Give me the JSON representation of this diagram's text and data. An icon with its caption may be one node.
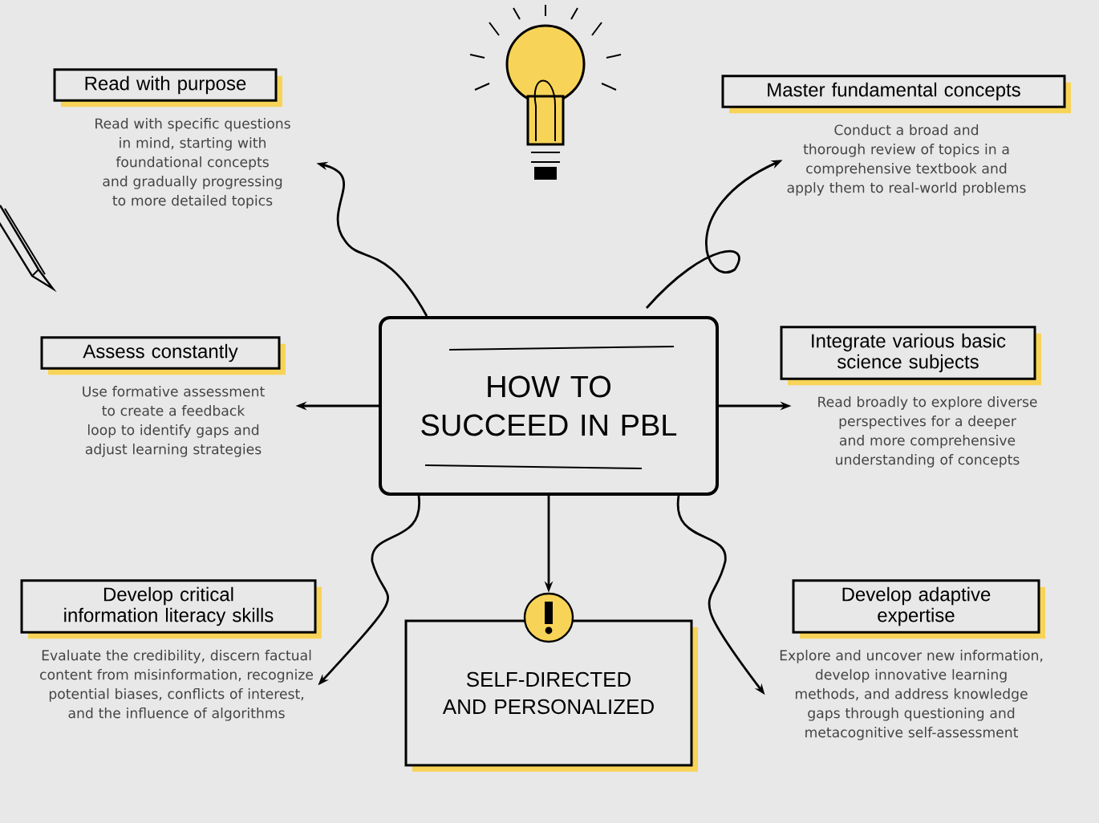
{
  "diagram": {
    "nodes": [
      {
        "text": [
          "HOW TO SUCCEED IN PBL"
        ]
      },
      {
        "text": [
          "Read with purpose"
        ],
        "beside": [
          "Read with specific questions in mind, starting with foundational concepts and gradually progressing to more detailed topics"
        ]
      },
      {
        "text": [
          "Master fundamental concepts"
        ],
        "beside": [
          "Conduct a broad and thorough review of topics in a comprehensive textbook and apply them to real-world problems"
        ]
      },
      {
        "text": [
          "Assess constantly"
        ],
        "beside": [
          "Use formative assessment to create a feedback loop to identify gaps and adjust learning strategies"
        ]
      },
      {
        "text": [
          "Integrate various basic science subjects"
        ],
        "beside": [
          "Read broadly to explore diverse perspectives for a deeper and more comprehensive understanding of concepts"
        ]
      },
      {
        "text": [
          "Develop critical information literacy skills"
        ],
        "beside": [
          "Evaluate the credibility, discern factual content from misinformation, recognize potential biases, conflicts of interest, and the influence of algorithms"
        ]
      },
      {
        "text": [
          "SELF-DIRECTED AND PERSONALIZED"
        ]
      },
      {
        "text": [
          "Develop adaptive expertise"
        ],
        "beside": [
          "Explore and uncover new information, develop innovative learning methods, and address knowledge gaps through questioning and metacognitive self-assessment"
        ]
      }
    ],
    "edges": [
      {
        "from": 0,
        "to": 1,
        "arrow": "to"
      },
      {
        "from": 0,
        "to": 2,
        "arrow": "to"
      },
      {
        "from": 0,
        "to": 3,
        "arrow": "to"
      },
      {
        "from": 0,
        "to": 4,
        "arrow": "to"
      },
      {
        "from": 0,
        "to": 5,
        "arrow": "to"
      },
      {
        "from": 0,
        "to": 6,
        "arrow": "to"
      },
      {
        "from": 0,
        "to": 7,
        "arrow": "to"
      }
    ]
  }
}
